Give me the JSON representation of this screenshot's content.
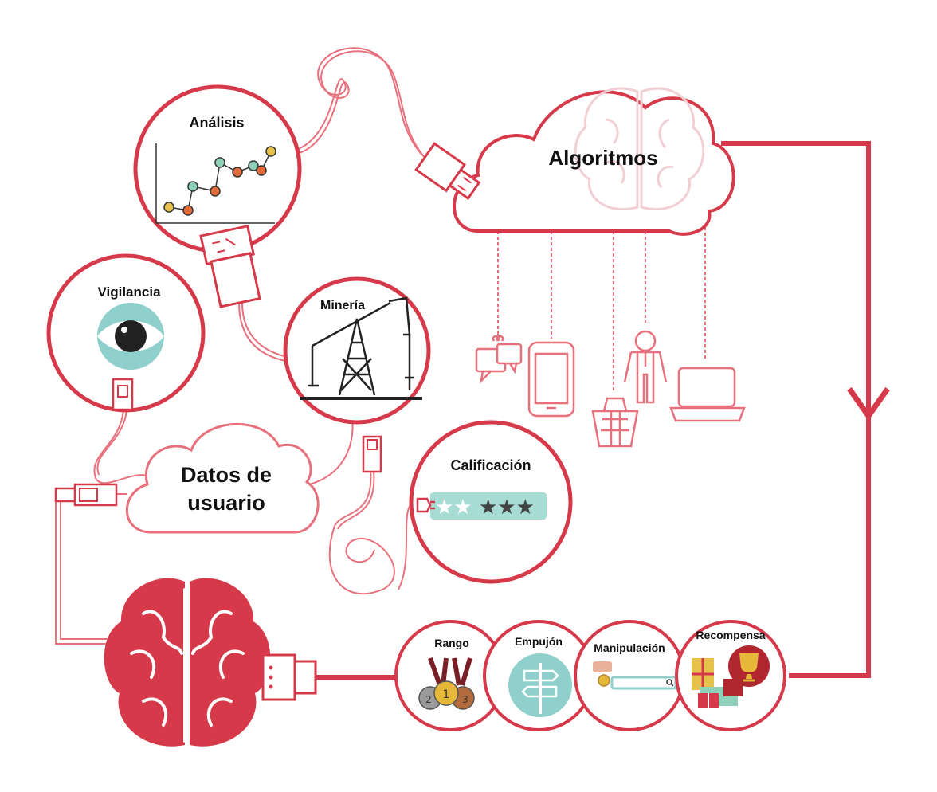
{
  "colors": {
    "primary_red": "#d63a4a",
    "light_red": "#e8707c",
    "teal": "#8fd0cc",
    "dark": "#222222",
    "pale_pink": "#f1cfd4"
  },
  "labels": {
    "analisis": "Análisis",
    "algoritmos": "Algoritmos",
    "vigilancia": "Vigilancia",
    "mineria": "Minería",
    "datos_line1": "Datos de",
    "datos_line2": "usuario",
    "calificacion": "Calificación",
    "rango": "Rango",
    "empujon": "Empujón",
    "manipulacion": "Manipulación",
    "recompensa": "Recompensa"
  },
  "rating": {
    "filled_stars": 2,
    "total_stars": 5
  },
  "icons": {
    "analysis": "line-chart-icon",
    "surveillance": "eye-icon",
    "mining": "oil-pump-icon",
    "rating": "star-rating-icon",
    "rank": "medals-icon",
    "nudge": "signpost-icon",
    "manipulation": "search-bar-icon",
    "reward": "trophy-gifts-icon",
    "brain": "brain-icon",
    "cloud_brain": "brain-outline-icon",
    "devices": [
      "chat-bubbles-icon",
      "smartphone-icon",
      "shopping-basket-icon",
      "person-icon",
      "laptop-icon"
    ]
  }
}
